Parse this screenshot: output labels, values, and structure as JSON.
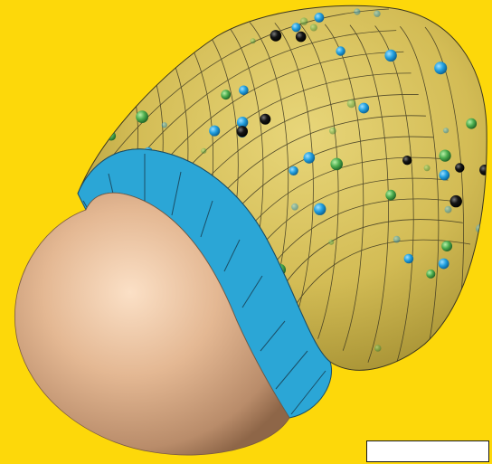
{
  "scene": {
    "description_free": true,
    "colors": {
      "background": "#FDD80A",
      "shell": "#D8C25C",
      "shell_shadow": "#9E8A2E",
      "mesh_line": "#3B3620",
      "rim": "#2BA6D6",
      "cap_light": "#F6D3B4",
      "cap_dark": "#9C7458",
      "particle_blue": "#22A0E0",
      "particle_green": "#4DAE4F",
      "particle_black": "#111111",
      "corner_box": "#FFFFFF"
    },
    "particle_types": [
      "blue-sphere",
      "green-sphere",
      "black-sphere"
    ]
  }
}
